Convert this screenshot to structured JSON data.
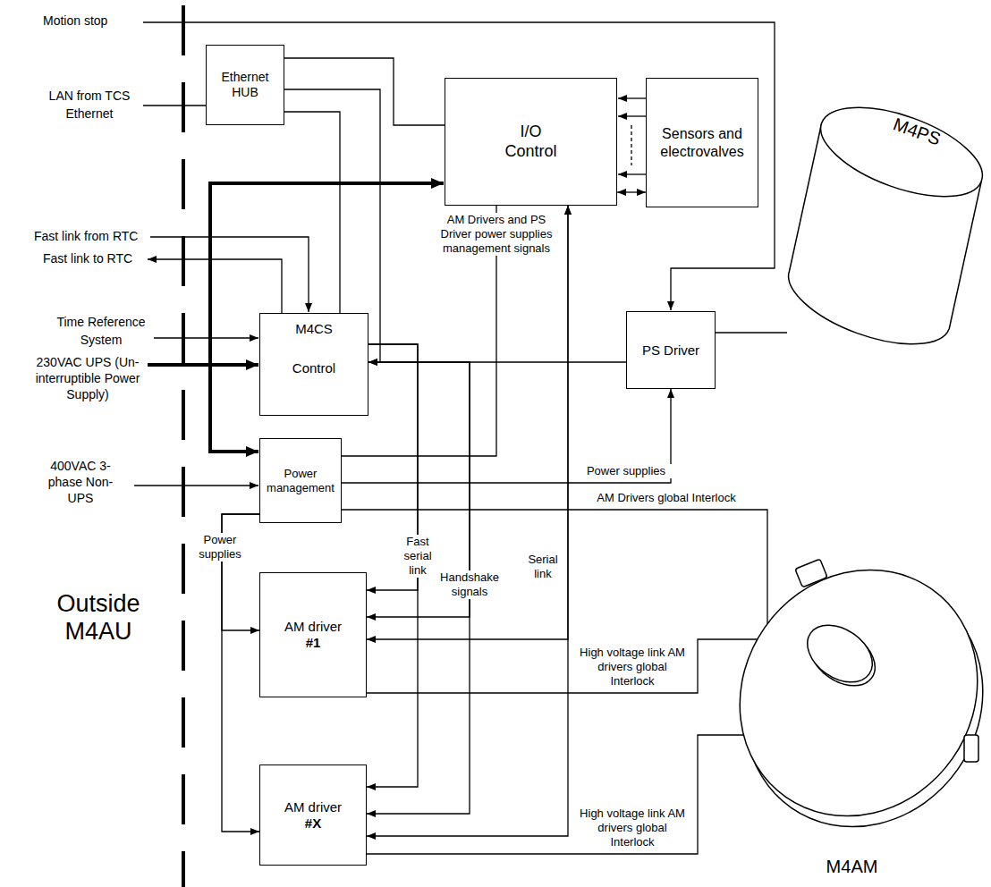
{
  "diagram": {
    "nodes": [
      {
        "text": [
          "Ethernet HUB"
        ]
      },
      {
        "text": [
          "I/O Control"
        ]
      },
      {
        "text": [
          "Sensors and electrovalves"
        ]
      },
      {
        "text": [
          "M4PS"
        ]
      },
      {
        "text": [
          "M4CS",
          "Control"
        ]
      },
      {
        "text": [
          "PS Driver"
        ]
      },
      {
        "text": [
          "Power management"
        ]
      },
      {
        "text": [
          "AM driver",
          "#1"
        ]
      },
      {
        "text": [
          "AM driver",
          "#X"
        ]
      },
      {
        "text": [
          "M4AM"
        ]
      }
    ],
    "edges": [
      {
        "from": 0,
        "to": 1,
        "arrow": "none"
      },
      {
        "from": 0,
        "to": 4,
        "arrow": "none"
      },
      {
        "from": 0,
        "to": 5,
        "arrow": "none"
      },
      {
        "from": 2,
        "to": 1,
        "arrow": "both"
      },
      {
        "from": 6,
        "to": 1,
        "label": "AM Drivers and PS Driver power supplies management signals",
        "arrow": "none"
      },
      {
        "from": 6,
        "to": 5,
        "label": "Power supplies",
        "arrow": "to"
      },
      {
        "from": 6,
        "to": 9,
        "label": "AM Drivers global Interlock",
        "arrow": "none"
      },
      {
        "from": 6,
        "to": 7,
        "label": "Power supplies",
        "arrow": "to"
      },
      {
        "from": 6,
        "to": 8,
        "arrow": "to"
      },
      {
        "from": 4,
        "to": 7,
        "label": "Fast serial link",
        "arrow": "to"
      },
      {
        "from": 4,
        "to": 8,
        "arrow": "to"
      },
      {
        "from": 7,
        "to": 4,
        "label": "Handshake signals",
        "arrow": "both"
      },
      {
        "from": 8,
        "to": 4,
        "arrow": "both"
      },
      {
        "from": 1,
        "to": 7,
        "label": "Serial link",
        "arrow": "both"
      },
      {
        "from": 1,
        "to": 8,
        "arrow": "both"
      },
      {
        "from": 7,
        "to": 9,
        "label": "High voltage link AM drivers global Interlock",
        "arrow": "none"
      },
      {
        "from": 8,
        "to": 9,
        "label": "High voltage link AM drivers global Interlock",
        "arrow": "none"
      },
      {
        "from": 5,
        "to": 3,
        "arrow": "none"
      }
    ],
    "labels": [
      "Motion stop",
      "LAN from TCS Ethernet",
      "Fast link from RTC",
      "Fast link to RTC",
      "Time Reference System",
      "230VAC UPS (Un-interruptible Power Supply)",
      "400VAC 3-phase Non-UPS",
      "Outside M4AU"
    ]
  }
}
